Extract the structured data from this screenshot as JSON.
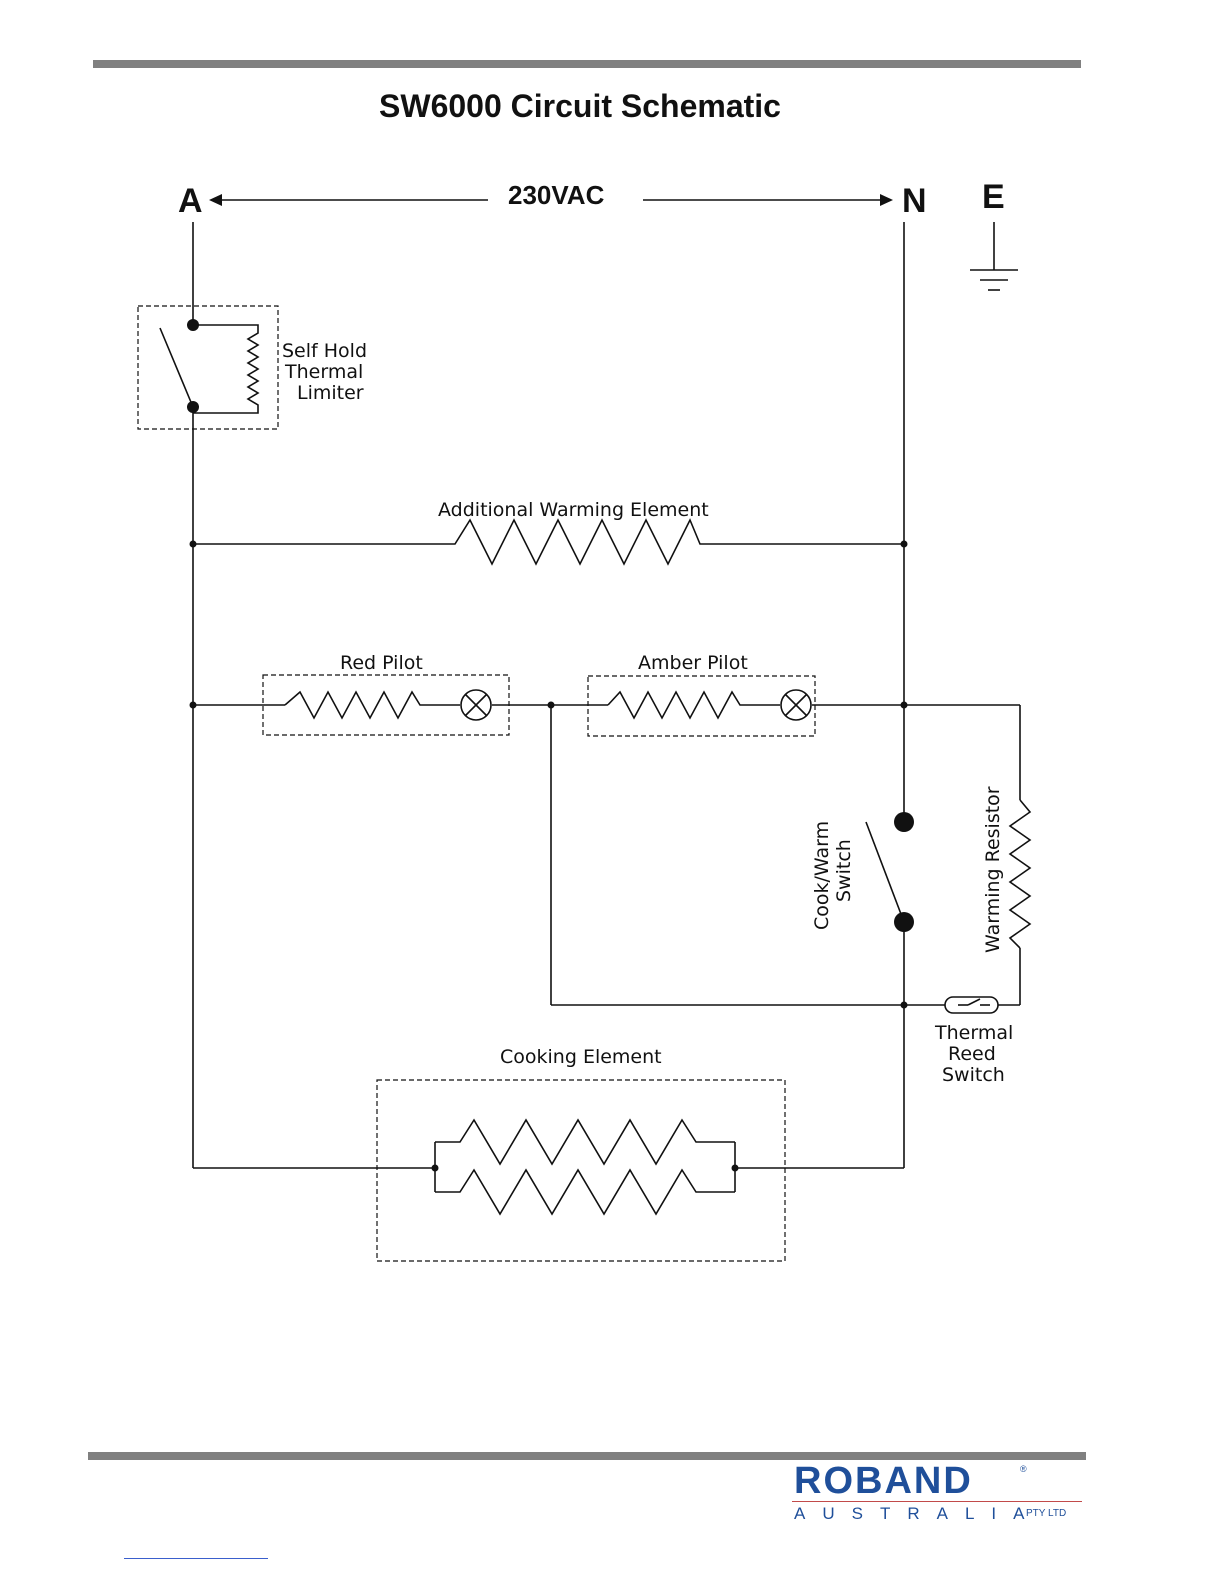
{
  "title": "SW6000 Circuit Schematic",
  "terminals": {
    "active": "A",
    "neutral": "N",
    "earth": "E",
    "voltage": "230VAC"
  },
  "labels": {
    "self_hold_line1": "Self Hold",
    "self_hold_line2": "Thermal",
    "self_hold_line3": "Limiter",
    "additional_warming": "Additional Warming Element",
    "red_pilot": "Red Pilot",
    "amber_pilot": "Amber Pilot",
    "cook_warm_line1": "Cook/Warm",
    "cook_warm_line2": "Switch",
    "warming_resistor": "Warming Resistor",
    "thermal_reed_line1": "Thermal",
    "thermal_reed_line2": "Reed",
    "thermal_reed_line3": "Switch",
    "cooking_element": "Cooking Element"
  },
  "logo": {
    "name": "ROBAND",
    "registered": "®",
    "country": "AUSTRALIA",
    "suffix": "PTY LTD"
  },
  "colors": {
    "rule": "#808080",
    "ink": "#111111",
    "logo_blue": "#1f4f9a",
    "logo_red": "#c24a4a"
  }
}
